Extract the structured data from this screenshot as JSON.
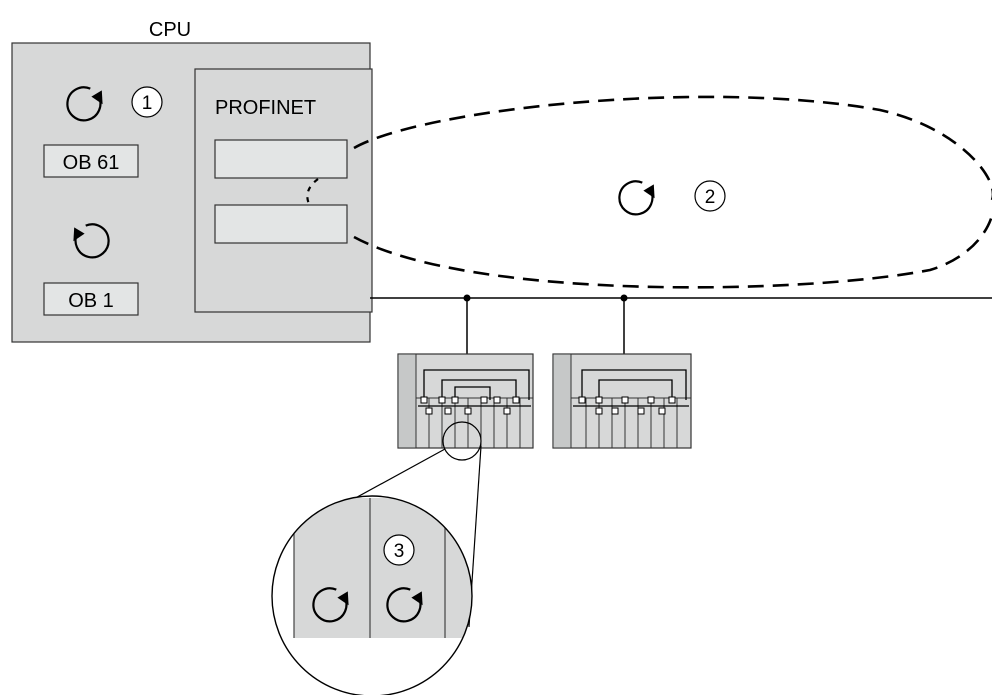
{
  "cpu": {
    "title": "CPU",
    "ob_top": "OB 61",
    "ob_bottom": "OB 1"
  },
  "profinet": {
    "label": "PROFINET"
  },
  "markers": {
    "one": "1",
    "two": "2",
    "three": "3"
  },
  "icons": {
    "cycle_clockwise": "cycle-arrow-clockwise-icon",
    "cycle_counterclockwise": "cycle-arrow-counterclockwise-icon"
  },
  "colors": {
    "panel_fill": "#d7d8d8",
    "inner_box_fill": "#e3e5e5",
    "line": "#000000",
    "background": "#ffffff"
  }
}
